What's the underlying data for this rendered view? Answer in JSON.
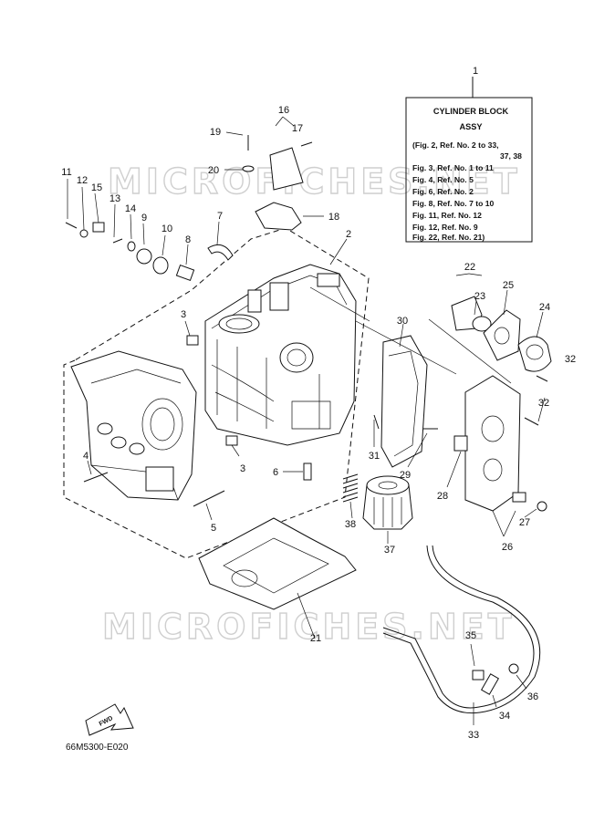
{
  "legend": {
    "title_lines": [
      "CYLINDER BLOCK",
      "ASSY"
    ],
    "lines": [
      "(Fig. 2, Ref. No. 2 to 33,",
      "37, 38",
      "Fig. 3, Ref. No. 1 to 11",
      "Fig. 4, Ref. No. 5",
      "Fig. 6, Ref. No. 2",
      "Fig. 8, Ref. No. 7 to 10",
      "Fig. 11, Ref. No. 12",
      "Fig. 12, Ref. No. 9",
      "Fig. 22, Ref. No. 21)"
    ]
  },
  "watermark": "MICROFICHES.NET",
  "fwd_label": "FWD",
  "diagram_code": "66M5300-E020",
  "callouts": {
    "c1": "1",
    "c2": "2",
    "c3a": "3",
    "c3b": "3",
    "c4": "4",
    "c5": "5",
    "c6": "6",
    "c7": "7",
    "c8": "8",
    "c9": "9",
    "c10": "10",
    "c11": "11",
    "c12": "12",
    "c13": "13",
    "c14": "14",
    "c15": "15",
    "c16": "16",
    "c17": "17",
    "c18": "18",
    "c19": "19",
    "c20": "20",
    "c21": "21",
    "c22": "22",
    "c23": "23",
    "c24": "24",
    "c25": "25",
    "c26": "26",
    "c27": "27",
    "c28": "28",
    "c29": "29",
    "c30": "30",
    "c31": "31",
    "c32a": "32",
    "c32b": "32",
    "c33": "33",
    "c34": "34",
    "c35": "35",
    "c36": "36",
    "c37": "37",
    "c38": "38"
  },
  "colors": {
    "ink": "#111111",
    "watermark": "#cfcfcf",
    "background": "#ffffff"
  }
}
